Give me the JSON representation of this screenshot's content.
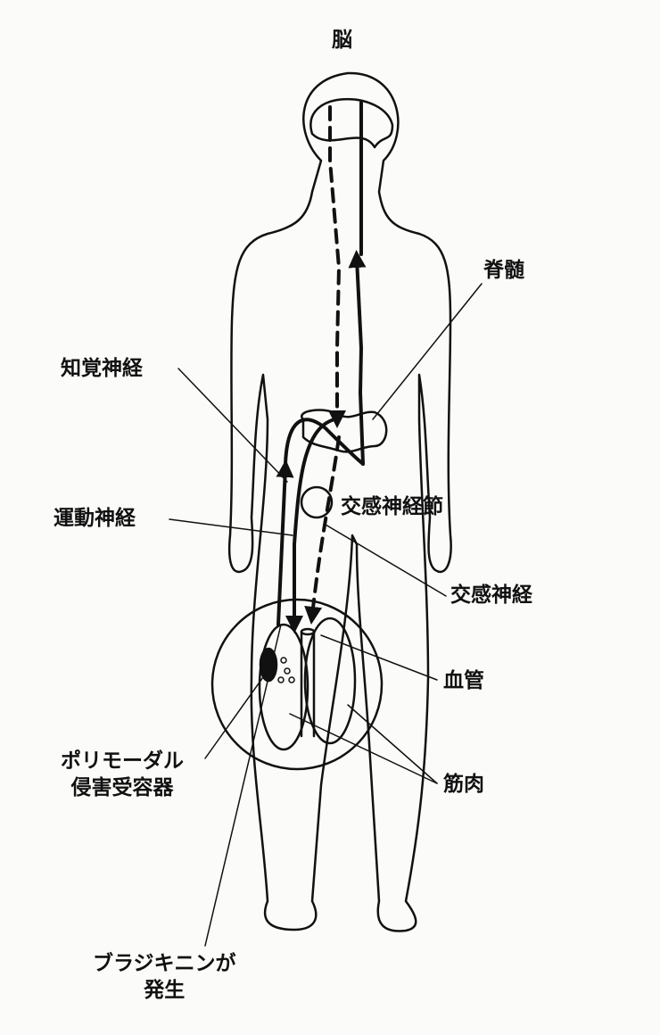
{
  "labels": {
    "brain": "脳",
    "spinal_cord": "脊髄",
    "sensory_nerve": "知覚神経",
    "sympathetic_ganglion": "交感神経節",
    "motor_nerve": "運動神経",
    "sympathetic_nerve": "交感神経",
    "blood_vessel": "血管",
    "muscle": "筋肉",
    "polymodal_line1": "ポリモーダル",
    "polymodal_line2": "侵害受容器",
    "bradykinin_line1": "ブラジキニンが",
    "bradykinin_line2": "発生"
  },
  "colors": {
    "ink": "#111111",
    "paper": "#fbfbf9"
  }
}
